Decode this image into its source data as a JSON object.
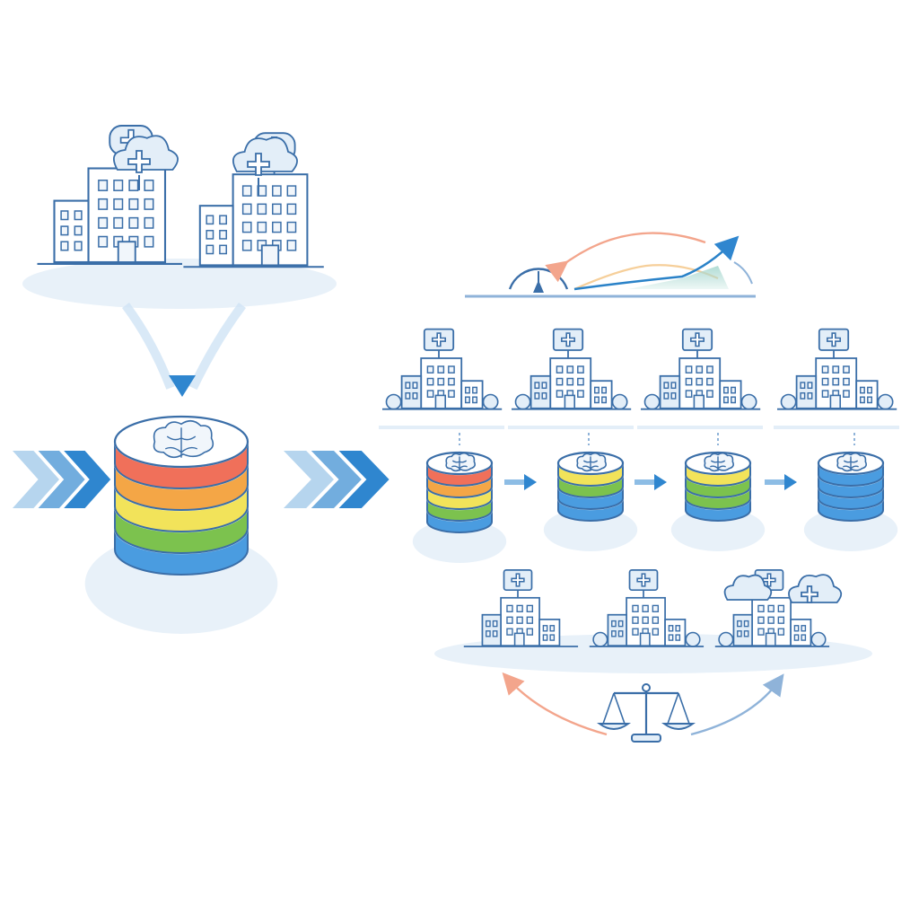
{
  "diagram": {
    "palette": {
      "outline": "#3a6ea8",
      "outline_light": "#8fb3d9",
      "fill_light": "#e3eef8",
      "fill_pale": "#f1f6fb",
      "shadow": "#e8f1f9",
      "arrow_blue": "#2f86cf",
      "layer_red": "#f0705a",
      "layer_orange": "#f4a646",
      "layer_yellow": "#f2e35a",
      "layer_green": "#7cc24e",
      "layer_blue": "#4a9ce0",
      "curve_orange": "#f3a58c",
      "curve_teal": "#a8d8d0",
      "curve_blue": "#2a82c8"
    },
    "source_hospitals": [
      {
        "name": "hospital-left"
      },
      {
        "name": "hospital-right"
      }
    ],
    "central_model": {
      "icon": "brain-icon",
      "layers": [
        "red",
        "orange",
        "yellow",
        "green",
        "blue"
      ]
    },
    "site_hospitals": [
      {
        "name": "site-hospital-1"
      },
      {
        "name": "site-hospital-2"
      },
      {
        "name": "site-hospital-3"
      },
      {
        "name": "site-hospital-4"
      }
    ],
    "site_models": [
      {
        "name": "site-model-1",
        "layers": [
          "red",
          "orange",
          "yellow",
          "green",
          "blue"
        ]
      },
      {
        "name": "site-model-2",
        "layers": [
          "yellow",
          "green",
          "blue",
          "blue"
        ]
      },
      {
        "name": "site-model-3",
        "layers": [
          "yellow",
          "green",
          "green",
          "blue"
        ]
      },
      {
        "name": "site-model-4",
        "layers": [
          "blue",
          "blue",
          "blue",
          "blue"
        ]
      }
    ],
    "fairness_hospitals": [
      {
        "name": "fairness-hospital-1"
      },
      {
        "name": "fairness-hospital-2"
      },
      {
        "name": "fairness-hospital-3"
      }
    ],
    "icons": {
      "gauge": "gauge-icon",
      "trend": "trend-arrow-icon",
      "scale": "balance-scale-icon",
      "cross": "medical-cross-icon",
      "brain": "brain-icon",
      "chevrons": "chevron-arrows-icon"
    }
  }
}
